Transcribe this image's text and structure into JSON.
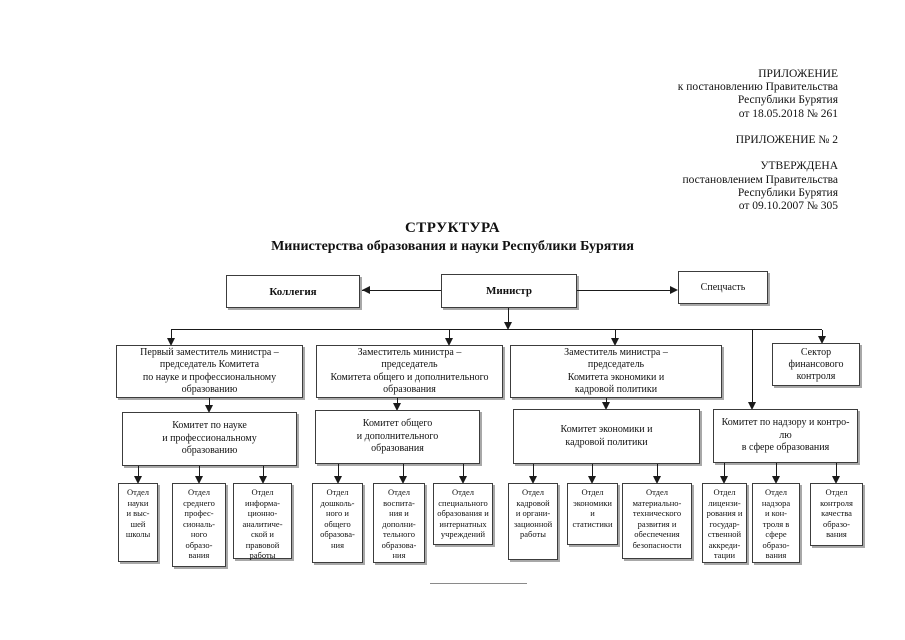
{
  "document": {
    "appendix_note": "ПРИЛОЖЕНИЕ\nк постановлению Правительства\nРеспублики Бурятия\nот 18.05.2018  № 261\n\nПРИЛОЖЕНИЕ № 2\n\nУТВЕРЖДЕНА\nпостановлением Правительства\nРеспублики Бурятия\nот 09.10.2007  № 305",
    "title": "СТРУКТУРА",
    "subtitle": "Министерства образования и науки Республики Бурятия"
  },
  "org": {
    "collegium": {
      "label": "Коллегия"
    },
    "minister": {
      "label": "Министр"
    },
    "special_unit": {
      "label": "Спецчасть"
    },
    "finance_sector": {
      "label": "Сектор\nфинансового\nконтроля"
    },
    "deputies": [
      {
        "label": "Первый заместитель министра –\nпредседатель Комитета\nпо науке и профессиональному\nобразованию"
      },
      {
        "label": "Заместитель министра –\nпредседатель\nКомитета общего и дополнительного\nобразования"
      },
      {
        "label": "Заместитель министра –\nпредседатель\nКомитета экономики и\nкадровой политики"
      }
    ],
    "committees": [
      {
        "label": "Комитет по науке\nи профессиональному\nобразованию"
      },
      {
        "label": "Комитет общего\nи дополнительного\nобразования"
      },
      {
        "label": "Комитет экономики и\nкадровой политики"
      },
      {
        "label": "Комитет по надзору и контро-\nлю\nв сфере образования"
      }
    ],
    "departments": [
      {
        "label": "Отдел\nнауки\nи выс-\nшей\nшколы"
      },
      {
        "label": "Отдел\nсреднего\nпрофес-\nсиональ-\nного\nобразо-\nвания"
      },
      {
        "label": "Отдел\nинформа-\nционно-\nаналитиче-\nской и\nправовой\nработы"
      },
      {
        "label": "Отдел\nдошколь-\nного и\nобщего\nобразова-\nния"
      },
      {
        "label": "Отдел\nвоспита-\nния и\nдополни-\nтельного\nобразова-\nния"
      },
      {
        "label": "Отдел\nспециального\nобразования и\nинтернатных\nучреждений"
      },
      {
        "label": "Отдел\nкадровой\nи органи-\nзационной\nработы"
      },
      {
        "label": "Отдел\nэкономики\nи\nстатистики"
      },
      {
        "label": "Отдел\nматериально-\nтехнического\nразвития и\nобеспечения\nбезопасности"
      },
      {
        "label": "Отдел\nлицензи-\nрования и\nгосудар-\nственной\nаккреди-\nтации"
      },
      {
        "label": "Отдел\nнадзора\nи кон-\nтроля в\nсфере\nобразо-\nвания"
      },
      {
        "label": "Отдел\nконтроля\nкачества\nобразо-\nвания"
      }
    ]
  },
  "colors": {
    "line": "#1a1a1a",
    "box_border": "#3c3c3c",
    "box_shadow": "#a8a8a8",
    "divider": "#8a8a8a"
  }
}
